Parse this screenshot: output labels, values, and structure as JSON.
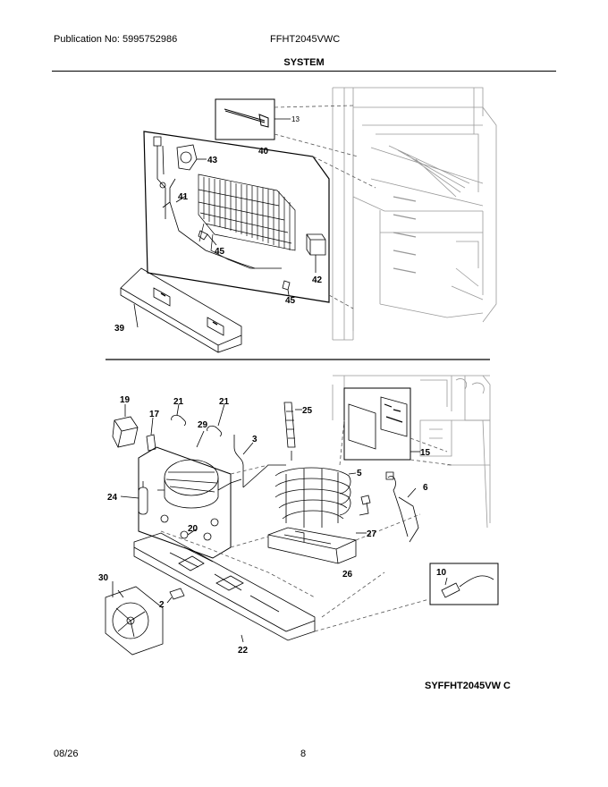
{
  "header": {
    "publication": "Publication No: 5995752986",
    "model": "FFHT2045VWC",
    "section_title": "SYSTEM"
  },
  "footer": {
    "date": "08/26",
    "page_number": "8"
  },
  "diagram_code": "SYFFHT2045VW C",
  "callouts": {
    "c13": "13",
    "c40": "40",
    "c43": "43",
    "c41": "41",
    "c45a": "45",
    "c42": "42",
    "c45b": "45",
    "c39": "39",
    "c19": "19",
    "c21a": "21",
    "c21b": "21",
    "c17": "17",
    "c29": "29",
    "c25": "25",
    "c3": "3",
    "c15": "15",
    "c5": "5",
    "c24": "24",
    "c6": "6",
    "c20": "20",
    "c27": "27",
    "c26": "26",
    "c30": "30",
    "c10": "10",
    "c2": "2",
    "c22": "22"
  }
}
